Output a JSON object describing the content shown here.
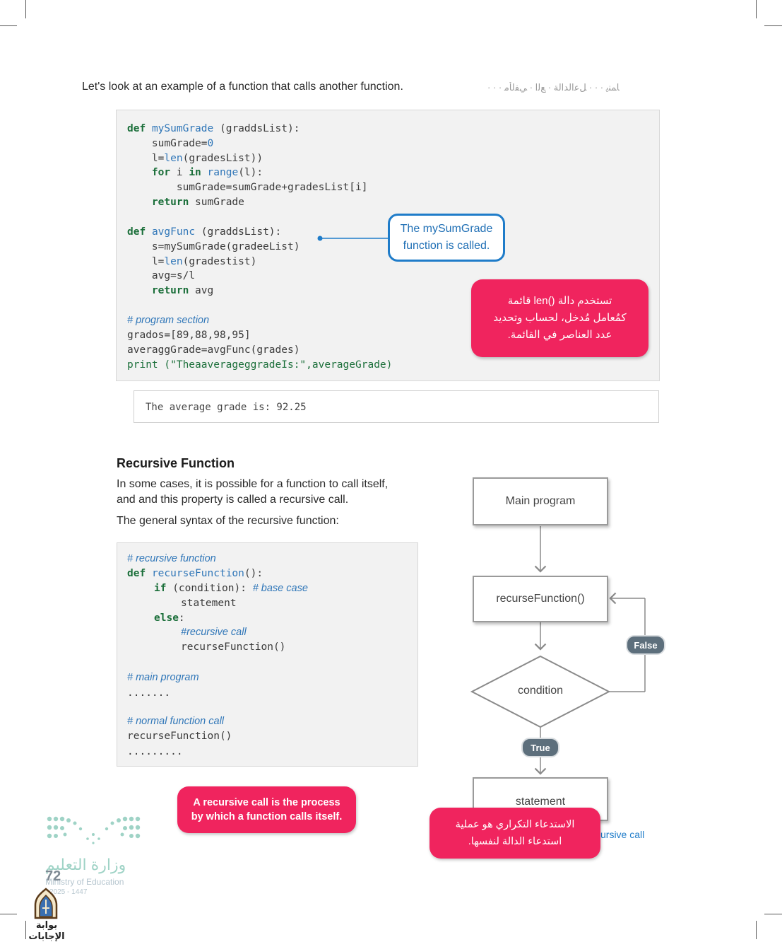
{
  "intro": {
    "text": "Let's look at an example of a function that calls another function.",
    "arabic_ghost": "· · ·  ﺎﻤﻨﻳ ·  ·  ·  ﻞﻋﺍﻟﺪﺍﻟﺔ · ﻊﻟﺍ ·  ﻲﻔﻟﺄﻣ"
  },
  "code1": {
    "lines": [
      [
        "def",
        " ",
        "mySumGrade",
        " (graddsList):"
      ],
      [
        "",
        "    sumGrade=",
        "0",
        ""
      ],
      [
        "",
        "    l=",
        "len",
        "(gradesList))"
      ],
      [
        "for",
        "    ",
        " i in ",
        "range(l):"
      ],
      [
        "",
        "        sumGrade=sumGrade+gradesList[i]",
        "",
        ""
      ],
      [
        "return",
        "    ",
        " sumGrade",
        ""
      ]
    ],
    "line_texts": [
      "def mySumGrade (graddsList):",
      "    sumGrade=0",
      "    l=len(gradesList))",
      "    for i in range(l):",
      "        sumGrade=sumGrade+gradesList[i]",
      "    return sumGrade"
    ],
    "avg_texts": [
      "def avgFunc (graddsList):",
      "    s=mySumGrade(gradeeList)",
      "    l=len(gradestist)",
      "    avg=s/l",
      "    return avg"
    ],
    "program_comment": "# program section",
    "program_lines": [
      "grados=[89,88,98,95]",
      "averaggGrade=avgFunc(grades)",
      "print (\"TheaaverageggradeIs:\",averageGrade)"
    ]
  },
  "callout_blue": "The mySumGrade function is called.",
  "callout_pink_ar": [
    "تستخدم دالة ()len قائمة",
    "كمُعامل مُدخل، لحساب وتحديد",
    "عدد العناصر في القائمة."
  ],
  "output_text": "The average grade is: 92.25",
  "section": {
    "title": "Recursive Function",
    "para1_line1": "In some cases, it is possible for a function to call itself,",
    "para1_line2": "and and this property is called a recursive call.",
    "para2": "The general syntax of the recursive function:"
  },
  "code2": {
    "c1": "# recursive function",
    "def_kw": "def",
    "def_name": "recurseFunction",
    "def_rest": "():",
    "if_kw": "if",
    "if_rest": "(condition):",
    "if_cm": "# base case",
    "statement": "statement",
    "else_kw": "else",
    "else_colon": ":",
    "c_rec": "#recursive call",
    "rec_call": "recurseFunction()",
    "c_main": "# main program",
    "dots1": ".......",
    "c_normal": "# normal function call",
    "normal_call": "recurseFunction()",
    "dots2": "........."
  },
  "callout_pink_en": "A recursive call is the process by which a function calls itself.",
  "flow": {
    "main": "Main program",
    "recurse": "recurseFunction()",
    "condition": "condition",
    "true": "True",
    "false": "False",
    "statement": "statement",
    "recursive_call": "ursive call"
  },
  "callout_pink_ar2": [
    "الاستدعاء التكراري هو عملية",
    "استدعاء الدالة لنفسها."
  ],
  "footer": {
    "ministry_ar": "وزارة التعليم",
    "ministry_en": "Ministry of Education",
    "year": "2025 - 1447",
    "page_number": "72",
    "brand_ar": "بوابة الإجابات"
  }
}
